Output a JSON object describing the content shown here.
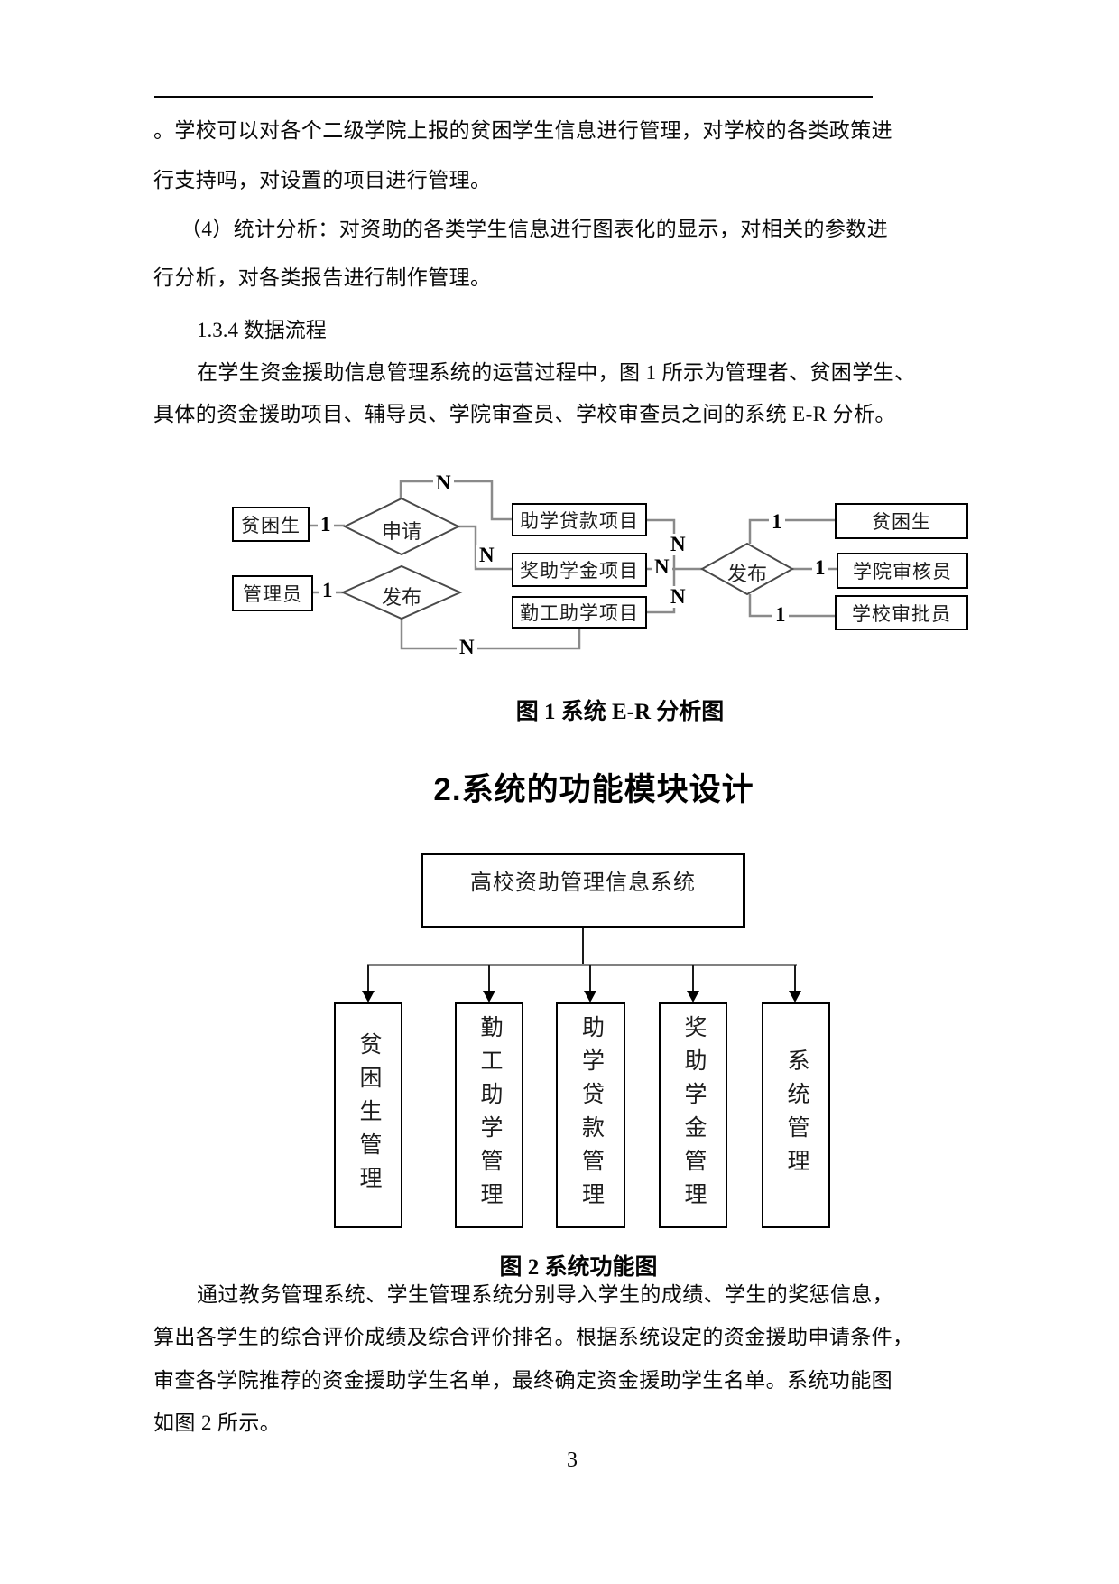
{
  "colors": {
    "text": "#0a0a0a",
    "connector_gray": "#8a8a8a",
    "border_black": "#000000"
  },
  "document": {
    "paragraph_school": [
      "。学校可以对各个二级学院上报的贫困学生信息进行管理，对学校的各类政策进",
      "行支持吗，对设置的项目进行管理。"
    ],
    "paragraph_stats": [
      "（4）统计分析：对资助的各类学生信息进行图表化的显示，对相关的参数进",
      "行分析，对各类报告进行制作管理。"
    ],
    "section_heading": "1.3.4 数据流程",
    "paragraph_dataflow": [
      "在学生资金援助信息管理系统的运营过程中，图 1 所示为管理者、贫困学生、",
      "具体的资金援助项目、辅导员、学院审查员、学校审查员之间的系统 E-R 分析。"
    ],
    "chapter_heading": "2.系统的功能模块设计",
    "paragraph_summary": [
      "通过教务管理系统、学生管理系统分别导入学生的成绩、学生的奖惩信息，",
      "算出各学生的综合评价成绩及综合评价排名。根据系统设定的资金援助申请条件，",
      "审查各学院推荐的资金援助学生名单，最终确定资金援助学生名单。系统功能图",
      "如图 2 所示。"
    ],
    "page_number": "3"
  },
  "figure1": {
    "caption": "图 1 系统 E-R 分析图",
    "entity_student_left": "贫困生",
    "entity_admin": "管理员",
    "relation_apply": "申请",
    "relation_publish_left": "发布",
    "relation_publish_right": "发布",
    "project_loan": "助学贷款项目",
    "project_scholarship": "奖助学金项目",
    "project_workstudy": "勤工助学项目",
    "entity_student_right": "贫困生",
    "entity_college_auditor": "学院审核员",
    "entity_school_approver": "学校审批员",
    "label_n": "N",
    "label_one": "1"
  },
  "figure2": {
    "caption": "图 2 系统功能图",
    "root": "高校资助管理信息系统",
    "modules": [
      "贫困生管理",
      "勤工助学管理",
      "助学贷款管理",
      "奖助学金管理",
      "系统管理"
    ]
  }
}
